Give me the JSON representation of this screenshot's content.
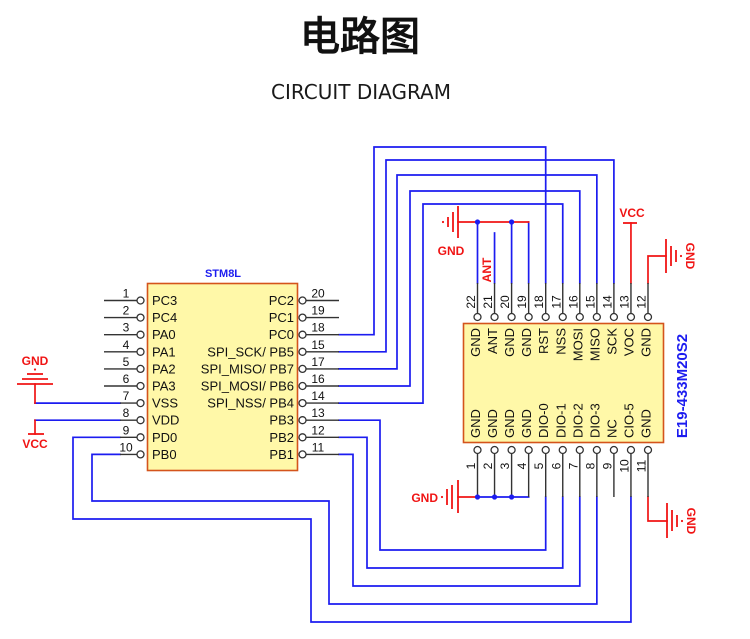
{
  "title": "电路图",
  "subtitle": "CIRCUIT DIAGRAM",
  "colors": {
    "signal_wire": "#1c1cf0",
    "power_net": "#f01414",
    "pin_stub": "#333333",
    "chip_fill": "#fff8a8",
    "chip_border": "#d4541c",
    "part_label": "#1c1cf0"
  },
  "mcu": {
    "name": "STM8L",
    "left_pins": [
      {
        "num": "1",
        "label": "PC3"
      },
      {
        "num": "2",
        "label": "PC4"
      },
      {
        "num": "3",
        "label": "PA0"
      },
      {
        "num": "4",
        "label": "PA1"
      },
      {
        "num": "5",
        "label": "PA2"
      },
      {
        "num": "6",
        "label": "PA3"
      },
      {
        "num": "7",
        "label": "VSS"
      },
      {
        "num": "8",
        "label": "VDD"
      },
      {
        "num": "9",
        "label": "PD0"
      },
      {
        "num": "10",
        "label": "PB0"
      }
    ],
    "right_pins": [
      {
        "num": "20",
        "label": "PC2"
      },
      {
        "num": "19",
        "label": "PC1"
      },
      {
        "num": "18",
        "label": "PC0"
      },
      {
        "num": "15",
        "label": "SPI_SCK/ PB5"
      },
      {
        "num": "17",
        "label": "SPI_MISO/ PB7"
      },
      {
        "num": "16",
        "label": "SPI_MOSI/ PB6"
      },
      {
        "num": "14",
        "label": "SPI_NSS/ PB4"
      },
      {
        "num": "13",
        "label": "PB3"
      },
      {
        "num": "12",
        "label": "PB2"
      },
      {
        "num": "11",
        "label": "PB1"
      }
    ]
  },
  "module": {
    "name": "E19-433M20S2",
    "top_pins": [
      {
        "num": "22",
        "label": "GND"
      },
      {
        "num": "21",
        "label": "ANT"
      },
      {
        "num": "20",
        "label": "GND"
      },
      {
        "num": "19",
        "label": "GND"
      },
      {
        "num": "18",
        "label": "RST"
      },
      {
        "num": "17",
        "label": "NSS"
      },
      {
        "num": "16",
        "label": "MOSI"
      },
      {
        "num": "15",
        "label": "MISO"
      },
      {
        "num": "14",
        "label": "SCK"
      },
      {
        "num": "13",
        "label": "VOC"
      },
      {
        "num": "12",
        "label": "GND"
      }
    ],
    "bottom_pins": [
      {
        "num": "1",
        "label": "GND"
      },
      {
        "num": "2",
        "label": "GND"
      },
      {
        "num": "3",
        "label": "GND"
      },
      {
        "num": "4",
        "label": "GND"
      },
      {
        "num": "5",
        "label": "DIO-0"
      },
      {
        "num": "6",
        "label": "DIO-1"
      },
      {
        "num": "7",
        "label": "DIO-2"
      },
      {
        "num": "8",
        "label": "DIO-3"
      },
      {
        "num": "9",
        "label": "NC"
      },
      {
        "num": "10",
        "label": "CIO-5"
      },
      {
        "num": "11",
        "label": "GND"
      }
    ]
  },
  "net_labels": {
    "gnd": "GND",
    "vcc": "VCC",
    "ant": "ANT"
  },
  "connections": [
    {
      "mcu_pin": "PC0",
      "module_pin": "RST"
    },
    {
      "mcu_pin": "PB5",
      "module_pin": "SCK"
    },
    {
      "mcu_pin": "PB7",
      "module_pin": "MISO"
    },
    {
      "mcu_pin": "PB6",
      "module_pin": "MOSI"
    },
    {
      "mcu_pin": "PB4",
      "module_pin": "NSS"
    },
    {
      "mcu_pin": "PB3",
      "module_pin": "DIO-0"
    },
    {
      "mcu_pin": "PB2",
      "module_pin": "DIO-1"
    },
    {
      "mcu_pin": "PB1",
      "module_pin": "DIO-2"
    },
    {
      "mcu_pin": "PB0",
      "module_pin": "DIO-3"
    },
    {
      "mcu_pin": "PD0",
      "module_pin": "CIO-5"
    }
  ]
}
